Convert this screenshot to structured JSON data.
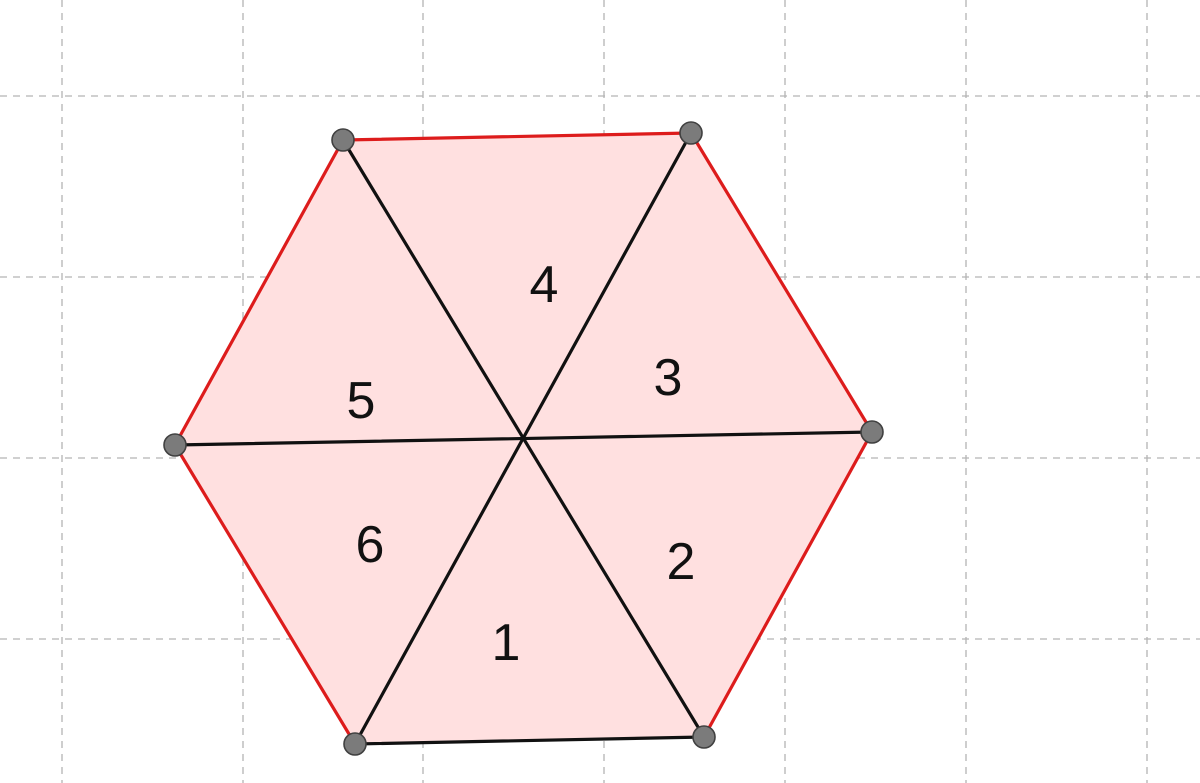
{
  "diagram": {
    "colors": {
      "grid": "#b4b4b4",
      "hexagon_fill": "#ffe0e0",
      "outline_red": "#dd1c1c",
      "outline_black": "#111111",
      "vertex": "#7b7b7b"
    },
    "region_labels": [
      {
        "id": "1",
        "text": "1"
      },
      {
        "id": "2",
        "text": "2"
      },
      {
        "id": "3",
        "text": "3"
      },
      {
        "id": "4",
        "text": "4"
      },
      {
        "id": "5",
        "text": "5"
      },
      {
        "id": "6",
        "text": "6"
      }
    ]
  }
}
